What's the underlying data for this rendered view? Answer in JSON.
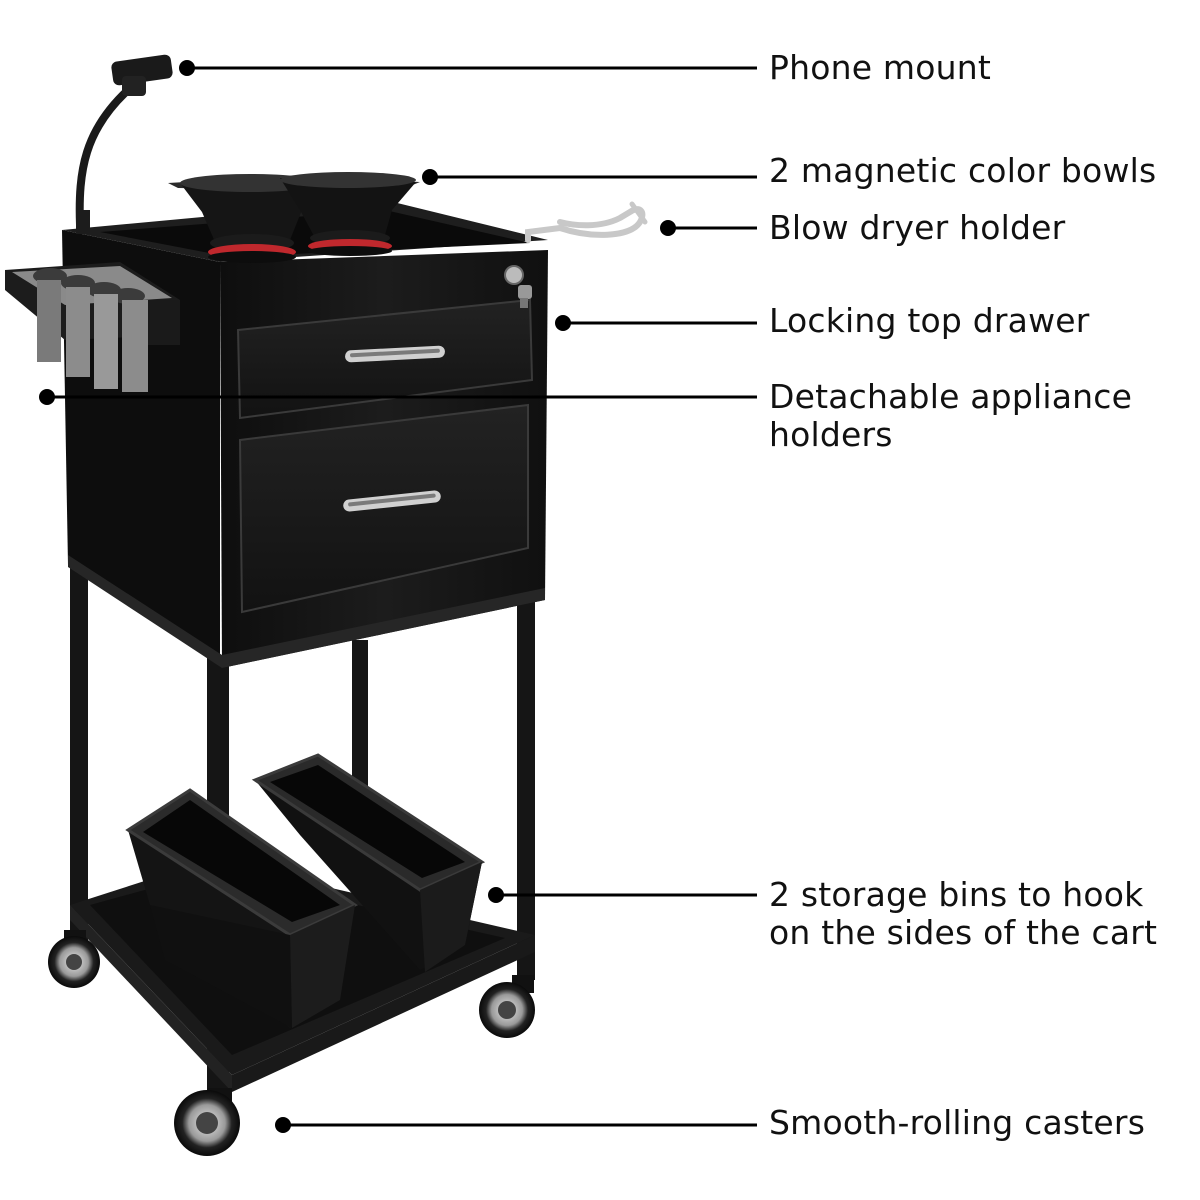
{
  "colors": {
    "background": "#ffffff",
    "cart_body": "#161616",
    "cart_edge": "#2c2c2c",
    "chrome": "#c8c8c8",
    "bowl_ring": "#c0282d",
    "holder_gray": "#8a8a8a",
    "callout_line": "#000000"
  },
  "product_image": {
    "subject": "cart-photo",
    "parts": [
      "phone-mount",
      "color-bowls",
      "blow-dryer-holder",
      "drawers",
      "appliance-holder",
      "storage-bins",
      "casters"
    ]
  },
  "callouts": [
    {
      "id": "phone-mount",
      "label": "Phone mount"
    },
    {
      "id": "color-bowls",
      "label": "2 magnetic color bowls"
    },
    {
      "id": "blow-dryer-holder",
      "label": "Blow dryer holder"
    },
    {
      "id": "locking-drawer",
      "label": "Locking top drawer"
    },
    {
      "id": "appliance-holders",
      "label": "Detachable appliance\nholders"
    },
    {
      "id": "storage-bins",
      "label": "2 storage bins to hook\non the sides of the cart"
    },
    {
      "id": "casters",
      "label": "Smooth-rolling casters"
    }
  ]
}
